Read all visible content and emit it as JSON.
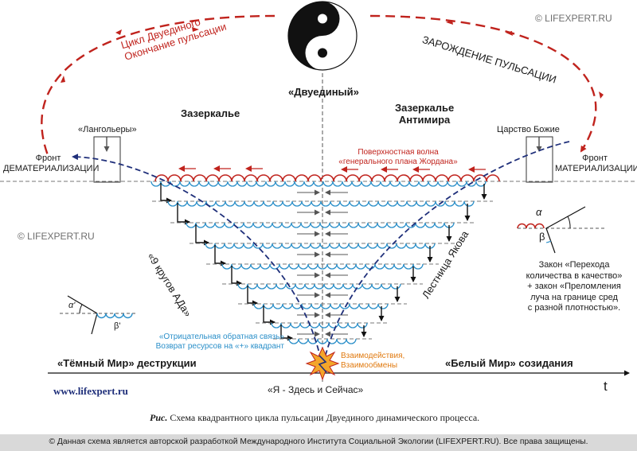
{
  "copyright_top": "© LIFEXPERT.RU",
  "copyright_mid": "© LIFEXPERT.RU",
  "arc_left_label": [
    "Цикл Двуединого",
    "Окончание пульсации"
  ],
  "arc_right_label": "ЗАРОЖДЕНИЕ ПУЛЬСАЦИИ",
  "center_title": "«Двуединый»",
  "zazerkalie": "Зазеркалье",
  "zazerkalie_anti": [
    "Зазеркалье",
    "Антимира"
  ],
  "langoliers": "«Лангольеры»",
  "kingdom": "Царство Божие",
  "front_left": [
    "Фронт",
    "ДЕМАТЕРИАЛИЗАЦИИ"
  ],
  "front_right": [
    "Фронт",
    "МАТЕРИАЛИЗАЦИИ"
  ],
  "surface_wave": [
    "Поверхностная волна",
    "«генерального плана Жордана»"
  ],
  "nine_circles": "«9 кругов АДа»",
  "jacob_ladder": "Лестница Якова",
  "law_text": [
    "Закон «Перехода",
    "количества в качество»",
    "+ закон «Преломления",
    "луча на границе сред",
    "с разной плотностью»."
  ],
  "alpha": "α",
  "beta": "β",
  "alpha_prime": "α'",
  "beta_prime": "β'",
  "negative_feedback": [
    "«Отрицательная обратная связь»",
    "Возврат ресурсов на «+» квадрант"
  ],
  "interaction": [
    "Взаимодействия,",
    "Взаимообмены"
  ],
  "dark_world": "«Тёмный Мир» деструкции",
  "white_world": "«Белый Мир» созидания",
  "here_now": "«Я - Здесь и Сейчас»",
  "time_axis": "t",
  "website": "www.lifexpert.ru",
  "caption_prefix": "Рис.",
  "caption_text": "Схема квадрантного цикла пульсации Двуединого динамического процесса.",
  "footer": "© Данная схема является авторской разработкой Международного Института Социальной Экологии (LIFEXPERT.RU). Все права защищены.",
  "colors": {
    "red": "#c0231d",
    "blue": "#2a8fc9",
    "navy": "#1f2f7a",
    "orange": "#e07a10",
    "footer_bg": "#d9d9d9",
    "text": "#1a1a1a"
  }
}
